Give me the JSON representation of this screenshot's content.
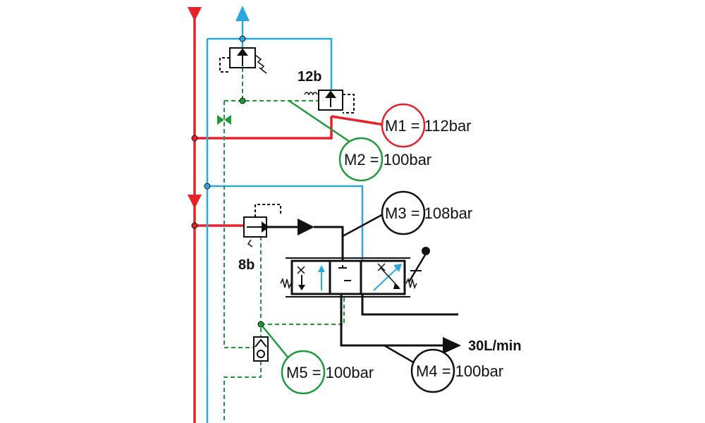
{
  "colors": {
    "pressure_line": "#e8202a",
    "return_line": "#29a9e0",
    "pilot_line": "#1f9a3a",
    "main_line": "#111111"
  },
  "labels": {
    "relief_valve_12b": "12b",
    "reducing_valve_8b": "8b",
    "flow_output": "30L/min"
  },
  "measurements": [
    {
      "id": "M1",
      "text": "M1 = 112bar",
      "color": "#e8202a"
    },
    {
      "id": "M2",
      "text": "M2 = 100bar",
      "color": "#1f9a3a"
    },
    {
      "id": "M3",
      "text": "M3 = 108bar",
      "color": "#111111"
    },
    {
      "id": "M4",
      "text": "M4 = 100bar",
      "color": "#111111"
    },
    {
      "id": "M5",
      "text": "M5 = 100bar",
      "color": "#1f9a3a"
    }
  ]
}
